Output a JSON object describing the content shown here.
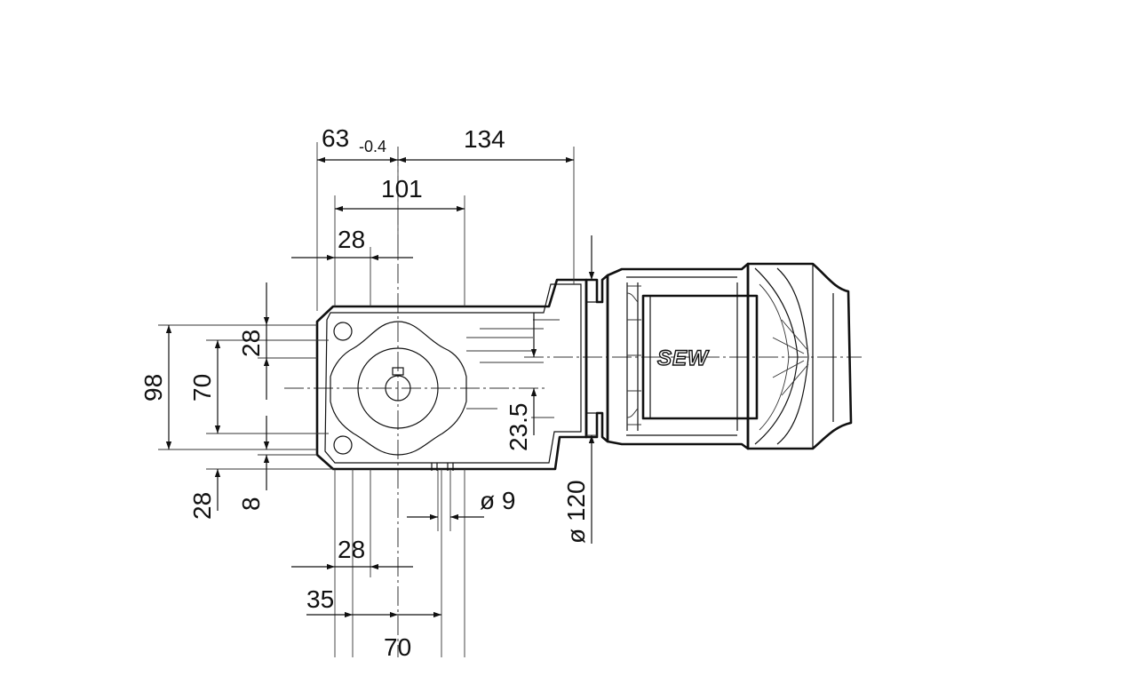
{
  "colors": {
    "line": "#111111",
    "background": "#ffffff"
  },
  "brand": {
    "logo_text": "SEW"
  },
  "dimensions": {
    "top_left_width": "63",
    "tolerance": "-0.4",
    "top_right_length": "134",
    "housing_width": "101",
    "top_offset": "28",
    "height_98": "98",
    "height_70": "70",
    "left_upper_28": "28",
    "left_lower_28": "28",
    "left_8": "8",
    "shaft_offset": "23.5",
    "hole_diameter": "ø 9",
    "flange_diameter": "ø 120",
    "bottom_28": "28",
    "bottom_35": "35",
    "bottom_70": "70"
  }
}
